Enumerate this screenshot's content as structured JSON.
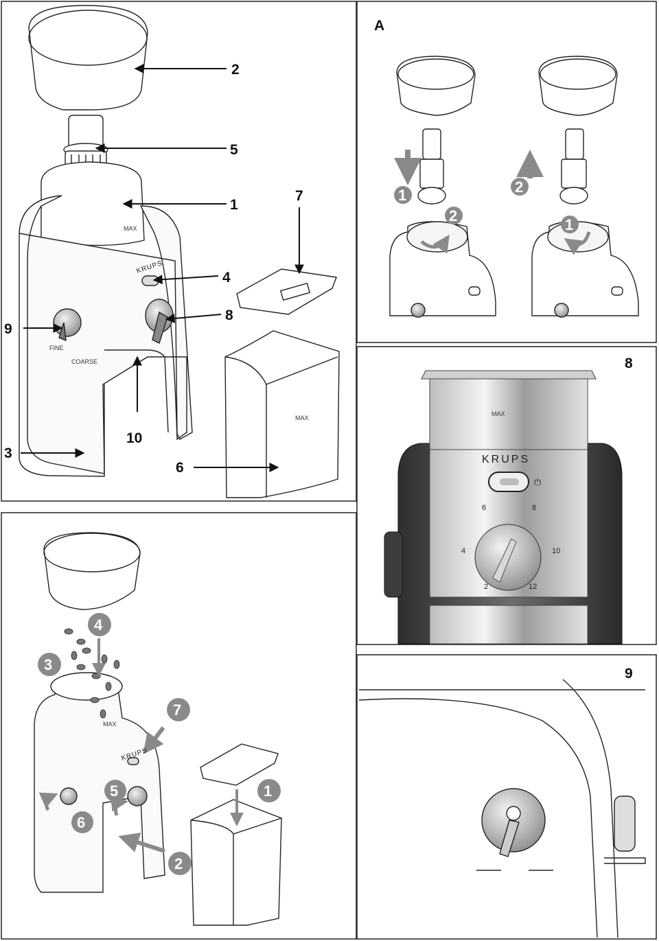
{
  "panels": {
    "overview": {
      "callouts": {
        "c1": "1",
        "c2": "2",
        "c3": "3",
        "c4": "4",
        "c5": "5",
        "c6": "6",
        "c7": "7",
        "c8": "8",
        "c9": "9",
        "c10": "10"
      },
      "brand": "KRUPS",
      "max_mark": "MAX",
      "fine": "FINE",
      "coarse": "COARSE"
    },
    "a": {
      "title": "A",
      "step1": "1",
      "step2": "2",
      "rot2": "2",
      "rot1": "1"
    },
    "detail8": {
      "title": "8",
      "max_mark": "MAX",
      "brand": "KRUPS",
      "dial": {
        "d2": "2",
        "d4": "4",
        "d6": "6",
        "d8": "8",
        "d10": "10",
        "d12": "12"
      }
    },
    "detail9": {
      "title": "9"
    },
    "usage": {
      "s1": "1",
      "s2": "2",
      "s3": "3",
      "s4": "4",
      "s5": "5",
      "s6": "6",
      "s7": "7",
      "brand": "KRUPS",
      "max_mark": "MAX"
    }
  }
}
